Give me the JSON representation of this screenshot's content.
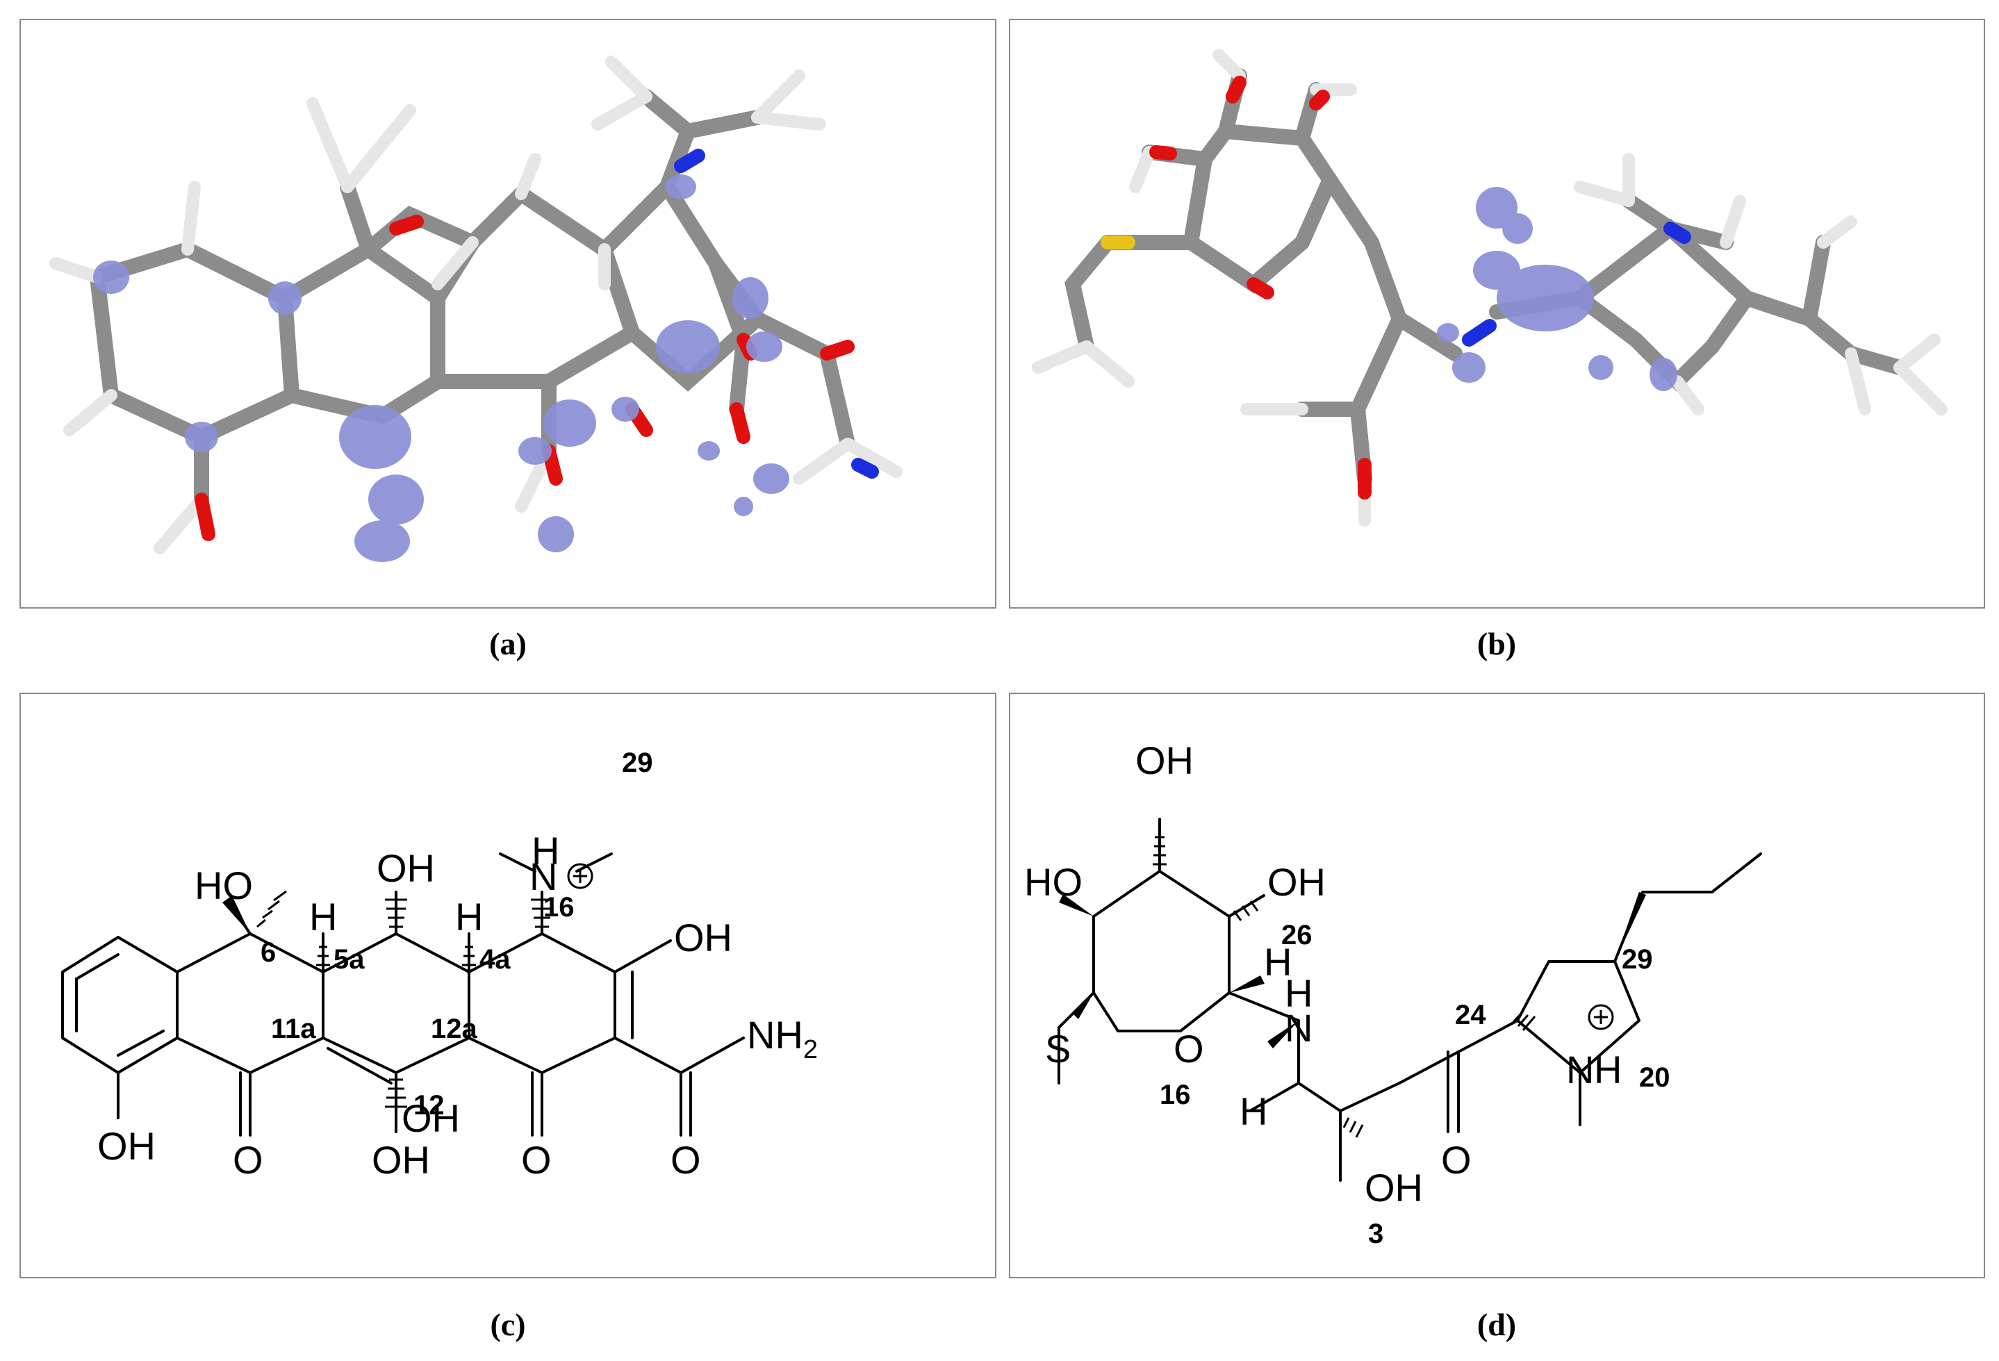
{
  "panels": [
    {
      "id": "a",
      "caption": "(a)",
      "kind": "3d-isosurface"
    },
    {
      "id": "b",
      "caption": "(b)",
      "kind": "3d-isosurface"
    },
    {
      "id": "c",
      "caption": "(c)",
      "kind": "structural-formula"
    },
    {
      "id": "d",
      "caption": "(d)",
      "kind": "structural-formula"
    }
  ],
  "colors": {
    "carbon": "#8c8c8c",
    "hydrogen": "#e6e6e6",
    "oxygen": "#e01010",
    "nitrogen": "#1a2ee0",
    "sulfur": "#e8c21a",
    "isosurface": "#8a8fd6",
    "border": "#8a8a8a"
  },
  "panel_c": {
    "groups": {
      "ho_6": "HO",
      "oh_top": "OH",
      "h_5a": "H",
      "h_4a": "H",
      "n_plus": "N",
      "n_h": "H",
      "oh_right": "OH",
      "nh2": "NH",
      "nh2_sub": "2",
      "oh_bottom_left": "OH",
      "o_11": "O",
      "oh_12": "OH",
      "oh_12a": "OH",
      "o_1": "O",
      "o_amide": "O"
    },
    "atom_numbers": {
      "n29": "29",
      "n16": "16",
      "n6": "6",
      "n5a": "5a",
      "n4a": "4a",
      "n11a": "11a",
      "n12a": "12a",
      "n12": "12"
    }
  },
  "panel_d": {
    "groups": {
      "oh_top": "OH",
      "ho_left": "HO",
      "oh_right": "OH",
      "s": "S",
      "o_ring": "O",
      "h_ring": "H",
      "nh_n": "N",
      "nh_h": "H",
      "h_chain": "H",
      "o_carbonyl": "O",
      "oh_bottom": "OH",
      "nh_plus_n": "N",
      "nh_plus_h": "H"
    },
    "atom_numbers": {
      "n26": "26",
      "n24": "24",
      "n29": "29",
      "n16": "16",
      "n20": "20",
      "n3": "3"
    }
  }
}
